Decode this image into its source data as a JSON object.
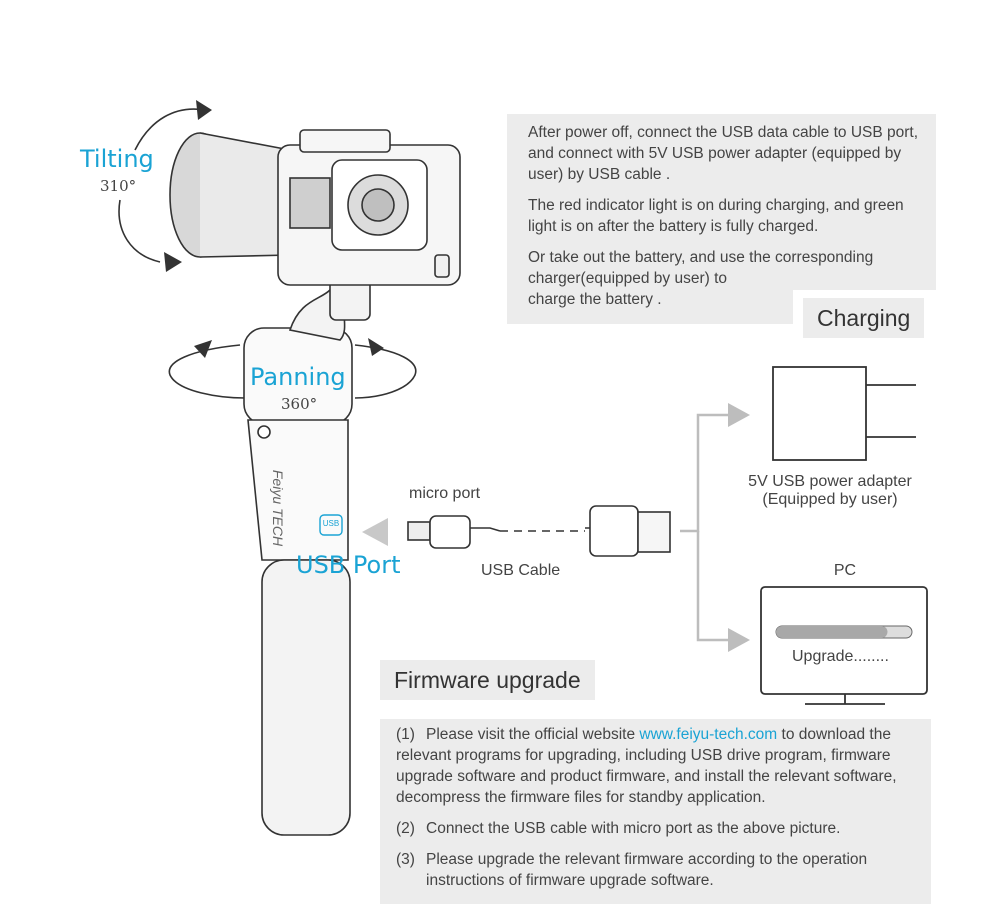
{
  "gimbal": {
    "tilting_label": "Tilting",
    "tilting_deg": "310°",
    "panning_label": "Panning",
    "panning_deg": "360°",
    "usb_port_label": "USB Port",
    "usb_badge": "USB",
    "brand_logo_text": "Feiyu TECH"
  },
  "connection": {
    "micro_port_label": "micro port",
    "usb_cable_label": "USB Cable",
    "adapter_caption_line1": "5V USB power adapter",
    "adapter_caption_line2": "(Equipped by user)",
    "pc_label": "PC",
    "pc_screen_text": "Upgrade........",
    "progress_fraction": 0.82
  },
  "charging": {
    "heading": "Charging",
    "para1": "After power off, connect the USB data cable to USB port, and connect with 5V USB power adapter (equipped by user) by USB cable .",
    "para2": "The red indicator light is on during charging, and green light is on after the battery is fully charged.",
    "para3_line1": "Or take out the battery, and use the corresponding",
    "para3_line2": "charger(equipped by user) to",
    "para3_line3": "charge the battery ."
  },
  "firmware": {
    "heading": "Firmware upgrade",
    "items": [
      {
        "num": "(1)",
        "pre": "Please visit the official website ",
        "link": "www.feiyu-tech.com",
        "post": " to download the relevant programs for upgrading, including USB drive program, firmware upgrade software and product firmware, and install the relevant software, decompress the firmware files for standby application."
      },
      {
        "num": "(2)",
        "text": "Connect the USB cable with micro port as the above picture."
      },
      {
        "num": "(3)",
        "text": "Please upgrade the relevant firmware according to the operation instructions of firmware upgrade software."
      }
    ]
  },
  "colors": {
    "accent": "#1aa3d4",
    "box_gray": "#ececec",
    "arrow_gray": "#bdbdbd"
  }
}
